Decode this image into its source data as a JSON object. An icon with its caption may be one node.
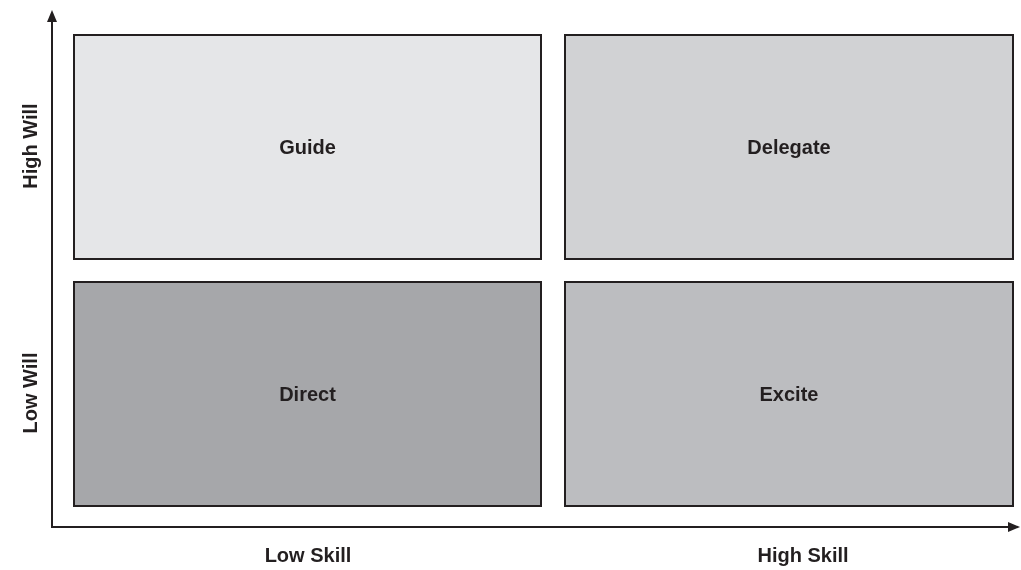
{
  "diagram": {
    "nodes": [
      {
        "text": [
          "Guide"
        ]
      },
      {
        "text": [
          "Delegate"
        ]
      },
      {
        "text": [
          "Direct"
        ]
      },
      {
        "text": [
          "Excite"
        ]
      }
    ],
    "labels": [
      "High Will",
      "Low Will",
      "Low Skill",
      "High Skill"
    ]
  }
}
